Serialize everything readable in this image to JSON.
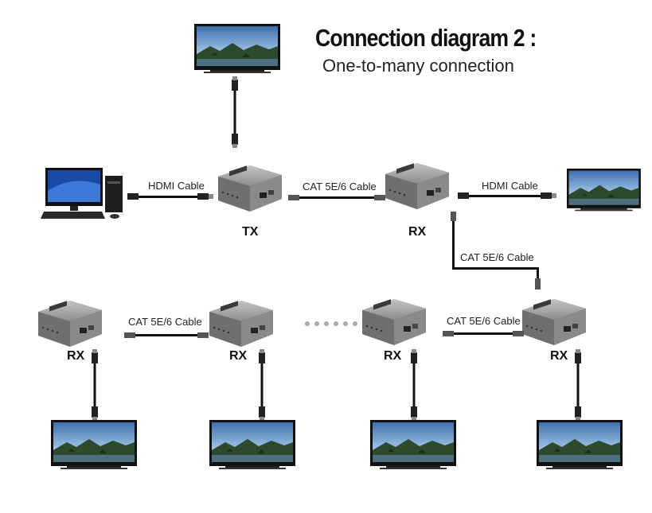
{
  "title": "Connection diagram 2 :",
  "subtitle": "One-to-many connection",
  "labels": {
    "hdmi_cable": "HDMI Cable",
    "cat_cable": "CAT 5E/6 Cable",
    "tx": "TX",
    "rx": "RX",
    "hdmi": "HDMI"
  },
  "colors": {
    "device_body": "#9a9a9a",
    "cable": "#1a1a1a",
    "screen_sky": "#5f8fc6",
    "dots": "#a8a8a8"
  }
}
